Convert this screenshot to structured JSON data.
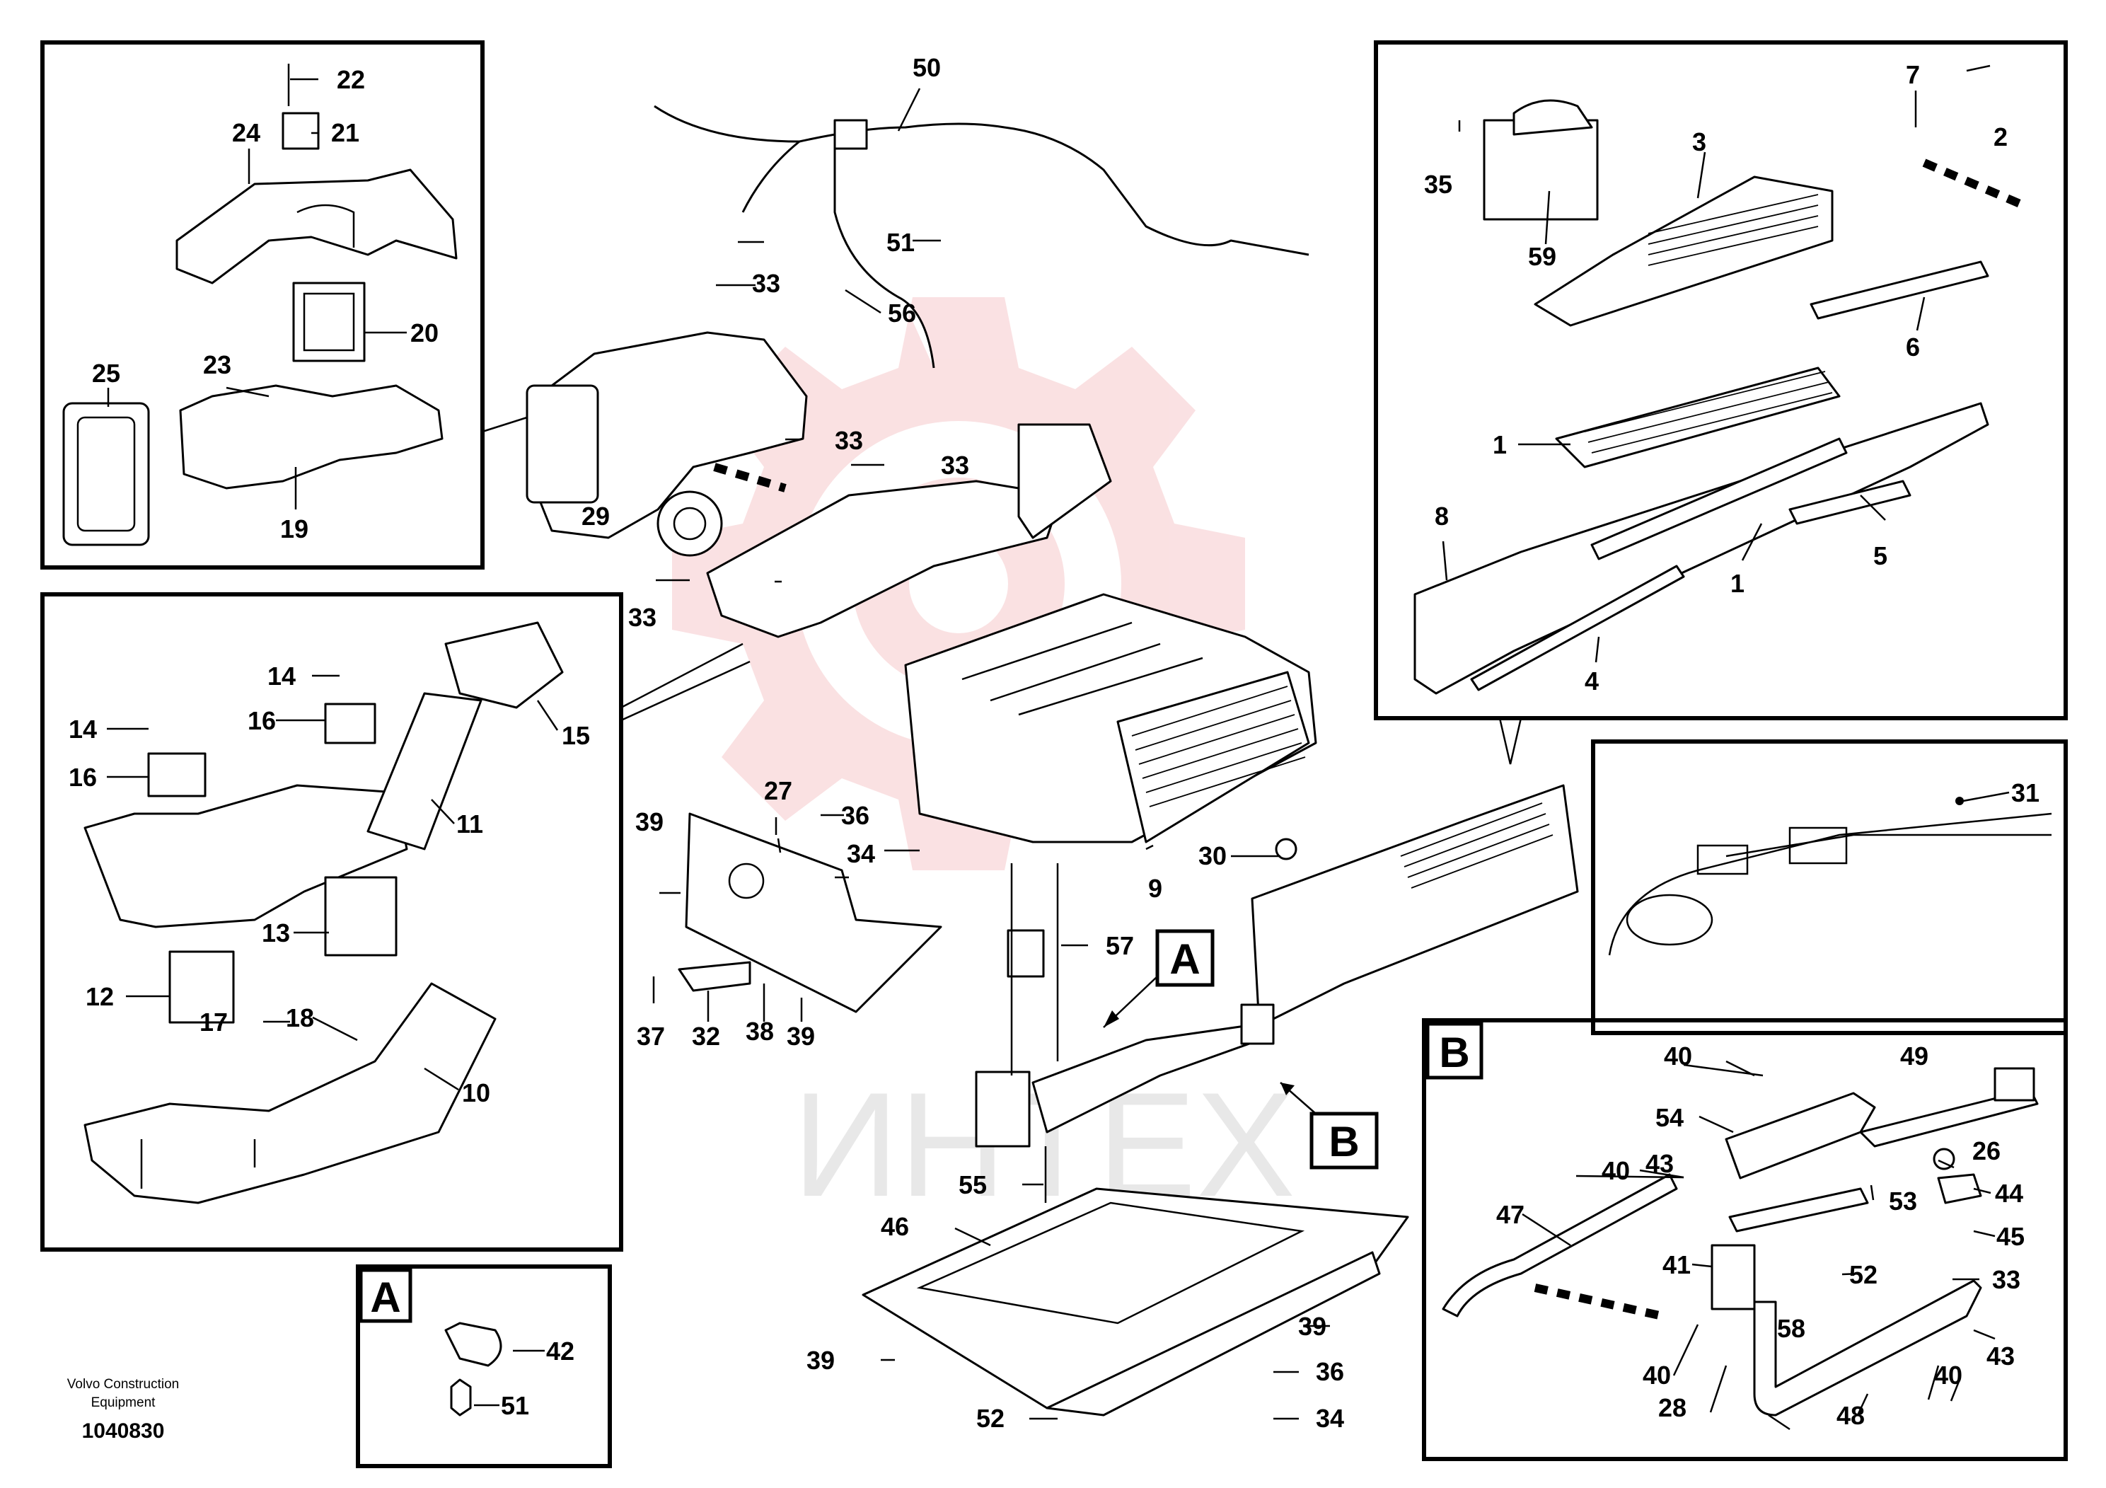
{
  "footer": {
    "company_line1": "Volvo Construction",
    "company_line2": "Equipment",
    "document_number": "1040830"
  },
  "watermark": {
    "text": "ИНТЕХ",
    "color": "#e8e8e8",
    "gear_color": "#f6c9cc"
  },
  "section_letters": {
    "a_detail": "A",
    "a_callout": "A",
    "b_detail": "B",
    "b_callout": "B"
  },
  "part_labels": {
    "p1a": "1",
    "p1b": "1",
    "p2": "2",
    "p3": "3",
    "p4": "4",
    "p5": "5",
    "p6": "6",
    "p7": "7",
    "p8": "8",
    "p9": "9",
    "p10": "10",
    "p11": "11",
    "p12": "12",
    "p13": "13",
    "p14a": "14",
    "p14b": "14",
    "p15": "15",
    "p16a": "16",
    "p16b": "16",
    "p17": "17",
    "p18": "18",
    "p19": "19",
    "p20": "20",
    "p21": "21",
    "p22": "22",
    "p23": "23",
    "p24": "24",
    "p25": "25",
    "p26": "26",
    "p27": "27",
    "p28": "28",
    "p29": "29",
    "p30": "30",
    "p31": "31",
    "p32": "32",
    "p33a": "33",
    "p33b": "33",
    "p33c": "33",
    "p33d": "33",
    "p33e": "33",
    "p34a": "34",
    "p34b": "34",
    "p35": "35",
    "p36a": "36",
    "p36b": "36",
    "p37": "37",
    "p38": "38",
    "p39a": "39",
    "p39b": "39",
    "p39c": "39",
    "p39d": "39",
    "p40a": "40",
    "p40b": "40",
    "p40c": "40",
    "p40d": "40",
    "p41": "41",
    "p42": "42",
    "p43a": "43",
    "p43b": "43",
    "p44": "44",
    "p45": "45",
    "p46": "46",
    "p47": "47",
    "p48": "48",
    "p49": "49",
    "p50": "50",
    "p51a": "51",
    "p51b": "51",
    "p52a": "52",
    "p52b": "52",
    "p53": "53",
    "p54": "54",
    "p55": "55",
    "p56": "56",
    "p57": "57",
    "p58": "58",
    "p59": "59"
  }
}
